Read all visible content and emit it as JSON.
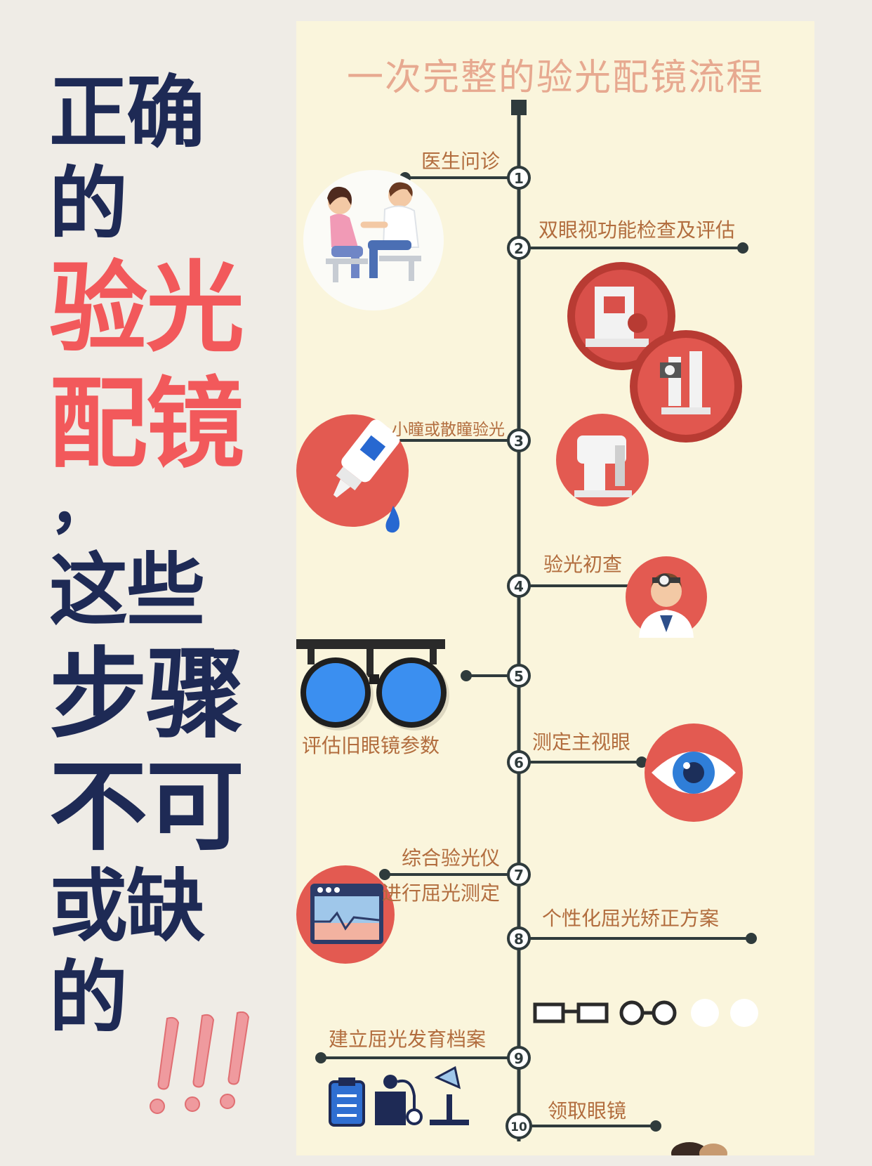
{
  "headline": {
    "line1": "正确",
    "line2": "的",
    "line3": "验光",
    "line4": "配镜",
    "line5": "，",
    "line6": "这些",
    "line7": "步骤",
    "line8": "不可",
    "line9": "或缺",
    "line10": "的",
    "exclaim": "!!!"
  },
  "colors": {
    "navy": "#1e2a55",
    "coral": "#f2595b",
    "panel_bg": "#faf5dc",
    "label": "#b26d3e",
    "title": "#e7a990",
    "timeline": "#2f3b3c"
  },
  "flowchart": {
    "title": "一次完整的验光配镜流程",
    "steps": [
      {
        "number": "1",
        "label": "医生问诊",
        "icon": "doctor-patient-icon"
      },
      {
        "number": "2",
        "label": "双眼视功能检查及评估",
        "icon": "eye-exam-equipment-icon"
      },
      {
        "number": "3",
        "label": "小瞳或散瞳验光",
        "icon": "eye-drop-icon"
      },
      {
        "number": "4",
        "label": "验光初查",
        "icon": "optometrist-icon"
      },
      {
        "number": "5",
        "label": "评估旧眼镜参数",
        "icon": "trial-frame-icon"
      },
      {
        "number": "6",
        "label": "测定主视眼",
        "icon": "eye-icon"
      },
      {
        "number": "7",
        "label_line1": "综合验光仪",
        "label_line2": "进行屈光测定",
        "icon": "phoropter-screen-icon"
      },
      {
        "number": "8",
        "label": "个性化屈光矫正方案",
        "icon": "glasses-options-icon"
      },
      {
        "number": "9",
        "label": "建立屈光发育档案",
        "icon": "records-icon"
      },
      {
        "number": "10",
        "label": "领取眼镜",
        "icon": "glasses-pickup-icon"
      }
    ]
  }
}
